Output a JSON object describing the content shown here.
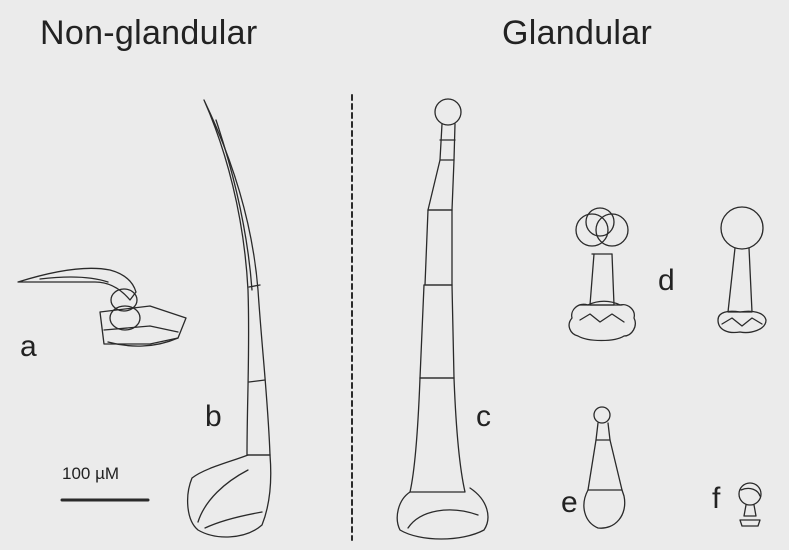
{
  "headings": {
    "non_glandular": "Non-glandular",
    "glandular": "Glandular"
  },
  "panel_labels": {
    "a": "a",
    "b": "b",
    "c": "c",
    "d": "d",
    "e": "e",
    "f": "f"
  },
  "scale_bar": {
    "text": "100 µM"
  },
  "colors": {
    "background": "#ebebeb",
    "line": "#2a2a2a"
  }
}
